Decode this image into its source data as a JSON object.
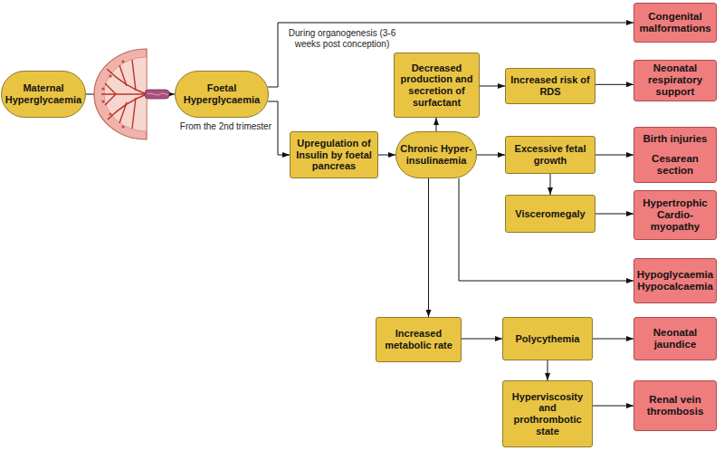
{
  "diagram": {
    "nodes": [
      {
        "text": [
          "Maternal Hyperglycaemia"
        ]
      },
      {
        "text": [
          "Foetal Hyperglycaemia"
        ]
      },
      {
        "text": [
          "Congenital malformations"
        ]
      },
      {
        "text": [
          "Decreased production and secretion of surfactant"
        ]
      },
      {
        "text": [
          "Increased risk of RDS"
        ]
      },
      {
        "text": [
          "Neonatal respiratory support"
        ]
      },
      {
        "text": [
          "Upregulation of Insulin by foetal pancreas"
        ]
      },
      {
        "text": [
          "Chronic Hyper- insulinaemia"
        ]
      },
      {
        "text": [
          "Excessive fetal growth"
        ]
      },
      {
        "text": [
          "Birth injuries",
          "Cesarean section"
        ]
      },
      {
        "text": [
          "Visceromegaly"
        ]
      },
      {
        "text": [
          "Hypertrophic Cardio- myopathy"
        ]
      },
      {
        "text": [
          "Hypoglycaemia",
          "Hypocalcaemia"
        ]
      },
      {
        "text": [
          "Increased metabolic rate"
        ]
      },
      {
        "text": [
          "Polycythemia"
        ]
      },
      {
        "text": [
          "Neonatal jaundice"
        ]
      },
      {
        "text": [
          "Hyperviscosity and prothrombotic state"
        ]
      },
      {
        "text": [
          "Renal vein thrombosis"
        ]
      }
    ],
    "edges": [
      {
        "from": 0,
        "to": 1,
        "arrow": "to"
      },
      {
        "from": 1,
        "to": 2,
        "label": "During organogenesis (3-6 weeks post conception)",
        "arrow": "to"
      },
      {
        "from": 1,
        "to": 6,
        "label": "From the 2nd trimester",
        "arrow": "to"
      },
      {
        "from": 6,
        "to": 7,
        "arrow": "to"
      },
      {
        "from": 7,
        "to": 3,
        "arrow": "to"
      },
      {
        "from": 3,
        "to": 4,
        "arrow": "to"
      },
      {
        "from": 4,
        "to": 5,
        "arrow": "to"
      },
      {
        "from": 7,
        "to": 8,
        "arrow": "to"
      },
      {
        "from": 8,
        "to": 9,
        "arrow": "to"
      },
      {
        "from": 8,
        "to": 10,
        "arrow": "to"
      },
      {
        "from": 10,
        "to": 11,
        "arrow": "to"
      },
      {
        "from": 7,
        "to": 12,
        "arrow": "to"
      },
      {
        "from": 7,
        "to": 13,
        "arrow": "to"
      },
      {
        "from": 13,
        "to": 14,
        "arrow": "to"
      },
      {
        "from": 14,
        "to": 15,
        "arrow": "to"
      },
      {
        "from": 14,
        "to": 16,
        "arrow": "to"
      },
      {
        "from": 16,
        "to": 17,
        "arrow": "to"
      }
    ]
  }
}
